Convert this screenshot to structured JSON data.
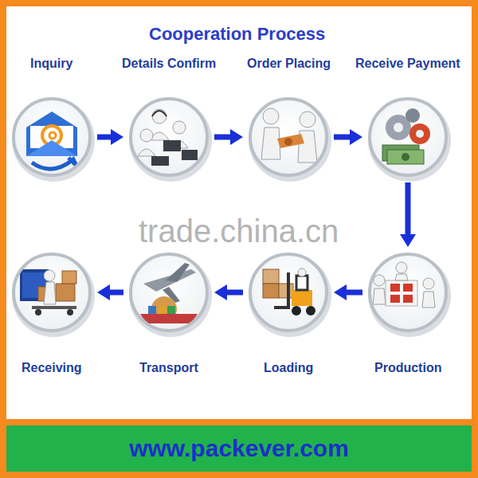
{
  "diagram": {
    "title": "Cooperation Process",
    "nodes": [
      {
        "text": [
          "Inquiry"
        ]
      },
      {
        "text": [
          "Details Confirm"
        ]
      },
      {
        "text": [
          "Order Placing"
        ]
      },
      {
        "text": [
          "Receive Payment"
        ]
      },
      {
        "text": [
          "Receiving"
        ]
      },
      {
        "text": [
          "Transport"
        ]
      },
      {
        "text": [
          "Loading"
        ]
      },
      {
        "text": [
          "Production"
        ]
      },
      {
        "text": [
          "www.packever.com"
        ]
      }
    ],
    "edges": [
      {
        "from": 0,
        "to": 1,
        "arrow": "to"
      },
      {
        "from": 1,
        "to": 2,
        "arrow": "to"
      },
      {
        "from": 2,
        "to": 3,
        "arrow": "to"
      },
      {
        "from": 3,
        "to": 7,
        "arrow": "to"
      },
      {
        "from": 7,
        "to": 6,
        "arrow": "to"
      },
      {
        "from": 6,
        "to": 5,
        "arrow": "to"
      },
      {
        "from": 5,
        "to": 4,
        "arrow": "to"
      }
    ],
    "labels": [
      "trade.china.cn"
    ]
  }
}
